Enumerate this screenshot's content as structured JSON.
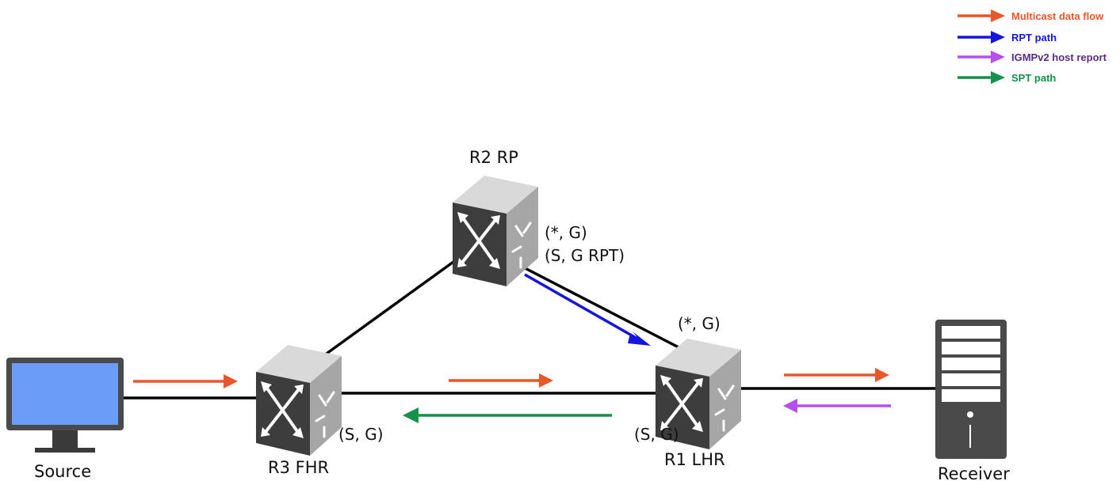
{
  "legend": {
    "items": [
      {
        "label": "Multicast data flow",
        "color": "#e8572a"
      },
      {
        "label": "RPT path",
        "color": "#1515e0"
      },
      {
        "label": "IGMPv2 host report",
        "color": "#b44ff0",
        "text_color": "#5a2a8a"
      },
      {
        "label": "SPT path",
        "color": "#15914a"
      }
    ]
  },
  "nodes": {
    "source": {
      "label": "Source",
      "icon": "monitor-icon"
    },
    "r3": {
      "label": "R3 FHR",
      "state": "(S, G)",
      "icon": "router-icon"
    },
    "r2": {
      "label": "R2 RP",
      "state1": "(*, G)",
      "state2": "(S, G RPT)",
      "icon": "router-icon"
    },
    "r1": {
      "label": "R1 LHR",
      "state_top": "(*, G)",
      "state_bottom": "(S, G)",
      "icon": "router-icon"
    },
    "receiver": {
      "label": "Receiver",
      "icon": "server-icon"
    }
  },
  "colors": {
    "multicast": "#e8572a",
    "rpt": "#1515e0",
    "igmp": "#b44ff0",
    "spt": "#15914a",
    "link": "#000000",
    "router_top": "#d9d9d9",
    "router_side": "#a6a6a6",
    "router_front": "#3d3d3d",
    "monitor_screen": "#6b9cf7",
    "server_body": "#4a4a4a"
  }
}
